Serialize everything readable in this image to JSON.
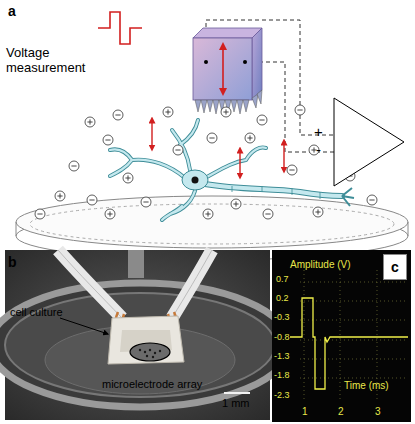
{
  "diagram": {
    "nodes": [
      {
        "text": [
          "+",
          "-"
        ]
      },
      {
        "text": [
          "Amplitude (V)",
          "0.7",
          "0.2",
          "-0.3",
          "-0.8",
          "-1.3",
          "-1.8",
          "-2.3",
          "Time (ms)",
          "1",
          "2",
          "3"
        ]
      },
      {
        "text": [
          "c"
        ],
        "in": 1
      }
    ],
    "labels": [
      "a",
      "Voltage measurement",
      "b",
      "cell culture",
      "microelectrode array",
      "1 mm"
    ]
  }
}
